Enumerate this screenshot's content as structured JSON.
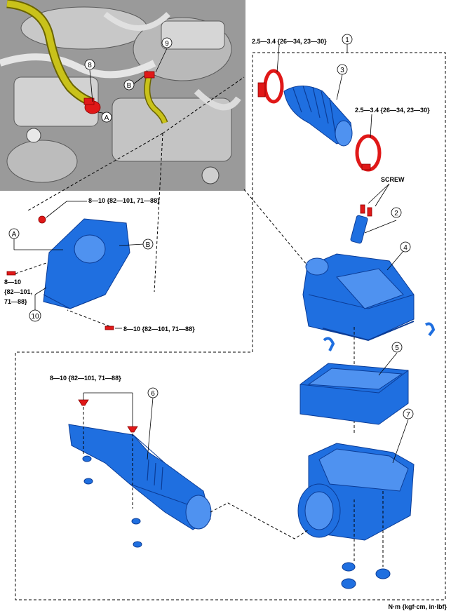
{
  "callouts": {
    "c1": "1",
    "c2": "2",
    "c3": "3",
    "c4": "4",
    "c5": "5",
    "c6": "6",
    "c7": "7",
    "c8": "8",
    "c9": "9",
    "c10": "10"
  },
  "letters": {
    "a1": "A",
    "a2": "A",
    "b1": "B",
    "b2": "B"
  },
  "labels": {
    "torque_clamp_top": "2.5—3.4 {26—34, 23—30}",
    "torque_clamp_right": "2.5—3.4 {26—34, 23—30}",
    "screw": "SCREW",
    "torque_bracket_top": "8—10 {82—101, 71—88}",
    "torque_bracket_left_1": "8—10",
    "torque_bracket_left_2": "{82—101,",
    "torque_bracket_left_3": "71—88}",
    "torque_bracket_bottom": "8—10 {82—101, 71—88}",
    "torque_duct": "8—10 {82—101, 71—88}",
    "units": "N·m {kgf·cm, in·lbf}"
  },
  "colors": {
    "part_blue": "#1f6fe0",
    "fastener_red": "#e01818",
    "hose_yellow": "#c9c21a",
    "engine_gray": "#9a9a9a"
  }
}
